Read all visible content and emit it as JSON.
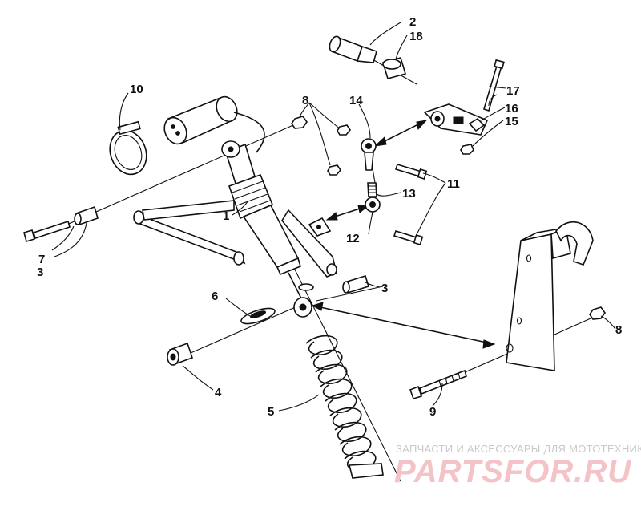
{
  "diagram": {
    "callouts": [
      "1",
      "2",
      "3",
      "3",
      "4",
      "5",
      "6",
      "7",
      "8",
      "8",
      "9",
      "10",
      "11",
      "12",
      "13",
      "14",
      "15",
      "16",
      "17",
      "18"
    ]
  },
  "watermark": {
    "tagline": "ЗАПЧАСТИ И АКСЕССУАРЫ ДЛЯ МОТОТЕХНИКИ",
    "logo": "PARTSFOR.RU",
    "colors": {
      "tagline": "#c9c9c9",
      "logo": "#f4c3c7"
    }
  }
}
